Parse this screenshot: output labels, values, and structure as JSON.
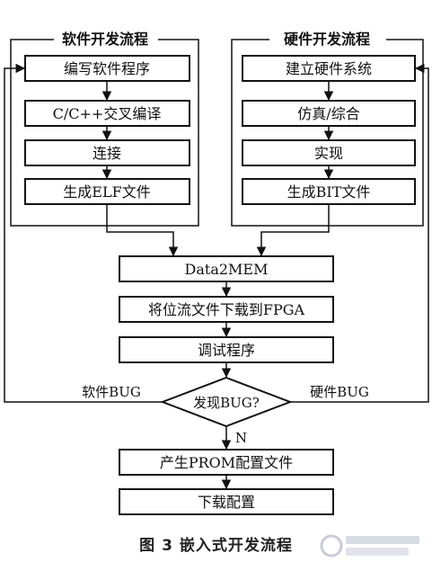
{
  "software_flow": {
    "title": "软件开发流程",
    "steps": [
      "编写软件程序",
      "C/C++交叉编译",
      "连接",
      "生成ELF文件"
    ]
  },
  "hardware_flow": {
    "title": "硬件开发流程",
    "steps": [
      "建立硬件系统",
      "仿真/综合",
      "实现",
      "生成BIT文件"
    ]
  },
  "main_flow": {
    "steps": [
      "Data2MEM",
      "将位流文件下载到FPGA",
      "调试程序"
    ],
    "decision": "发现BUG?",
    "left_branch_label": "软件BUG",
    "right_branch_label": "硬件BUG",
    "no_label": "N",
    "final_steps": [
      "产生PROM配置文件",
      "下载配置"
    ]
  },
  "caption": "图 3   嵌入式开发流程",
  "colors": {
    "stroke": "#111111",
    "background": "#ffffff"
  }
}
